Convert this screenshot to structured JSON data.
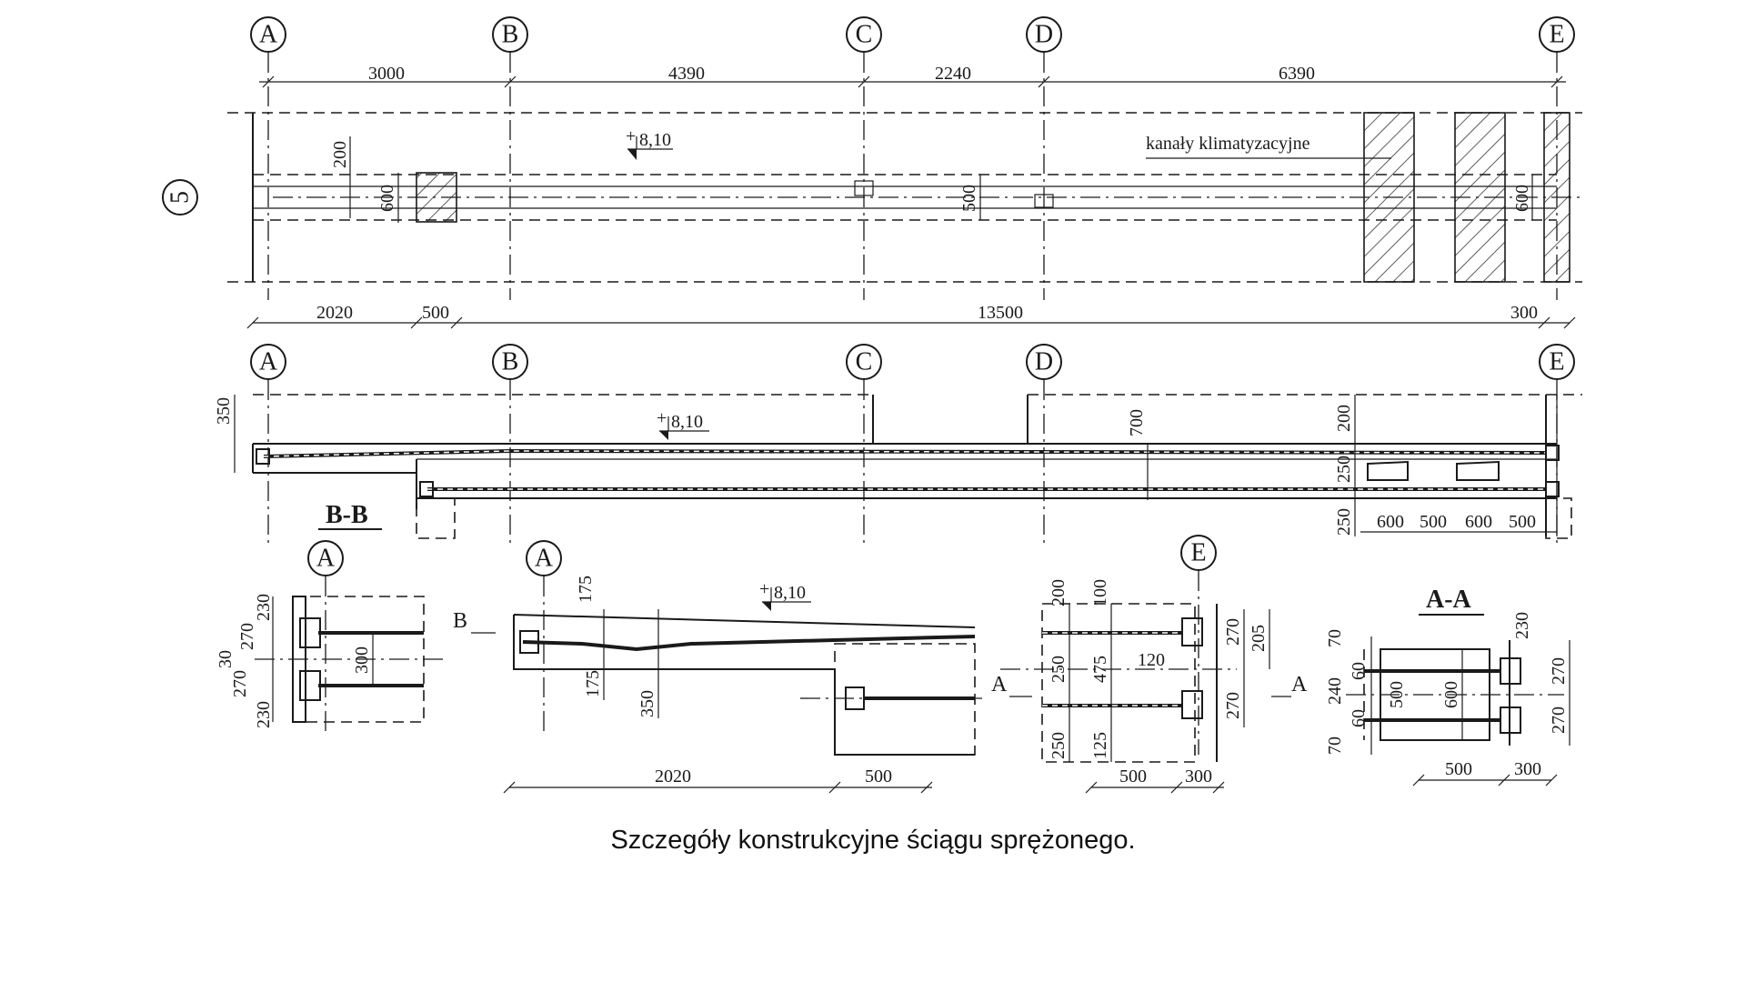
{
  "caption": "Szczegóły konstrukcyjne ściągu sprężonego.",
  "axes": [
    "A",
    "B",
    "C",
    "D",
    "E"
  ],
  "row_axis": "5",
  "plan": {
    "dims_top": [
      "3000",
      "4390",
      "2240",
      "6390"
    ],
    "dims_bottom": [
      "2020",
      "500",
      "13500",
      "300"
    ],
    "level": "8,10",
    "dim_200": "200",
    "dim_600_left": "600",
    "dim_500": "500",
    "dim_600_right": "600",
    "label_ducts": "kanały klimatyzacyjne"
  },
  "elevation": {
    "level": "8,10",
    "dim_350": "350",
    "dim_700": "700",
    "dim_200": "200",
    "dim_250a": "250",
    "dim_250b": "250",
    "dims_bottom": [
      "600",
      "500",
      "600",
      "500"
    ]
  },
  "section_bb": {
    "title": "B-B",
    "axis": "A",
    "dims": [
      "230",
      "270",
      "30",
      "270",
      "230"
    ],
    "dim_300": "300"
  },
  "detail_a": {
    "axis": "A",
    "marker": "B",
    "level": "8,10",
    "dim_175a": "175",
    "dim_175b": "175",
    "dim_350": "350",
    "dim_2020": "2020",
    "dim_500": "500"
  },
  "detail_e": {
    "axis": "E",
    "marker": "A",
    "marker_right": "A",
    "dim_200": "200",
    "dim_100": "100",
    "dim_250a": "250",
    "dim_475": "475",
    "dim_120": "120",
    "dim_270a": "270",
    "dim_205": "205",
    "dim_270b": "270",
    "dim_250b": "250",
    "dim_125": "125",
    "dim_500": "500",
    "dim_300": "300"
  },
  "section_aa": {
    "title": "A-A",
    "dim_70a": "70",
    "dim_60a": "60",
    "dim_240": "240",
    "dim_60b": "60",
    "dim_70b": "70",
    "dim_500v": "500",
    "dim_600v": "600",
    "dim_230": "230",
    "dim_270a": "270",
    "dim_270b": "270",
    "dim_500": "500",
    "dim_300": "300"
  }
}
